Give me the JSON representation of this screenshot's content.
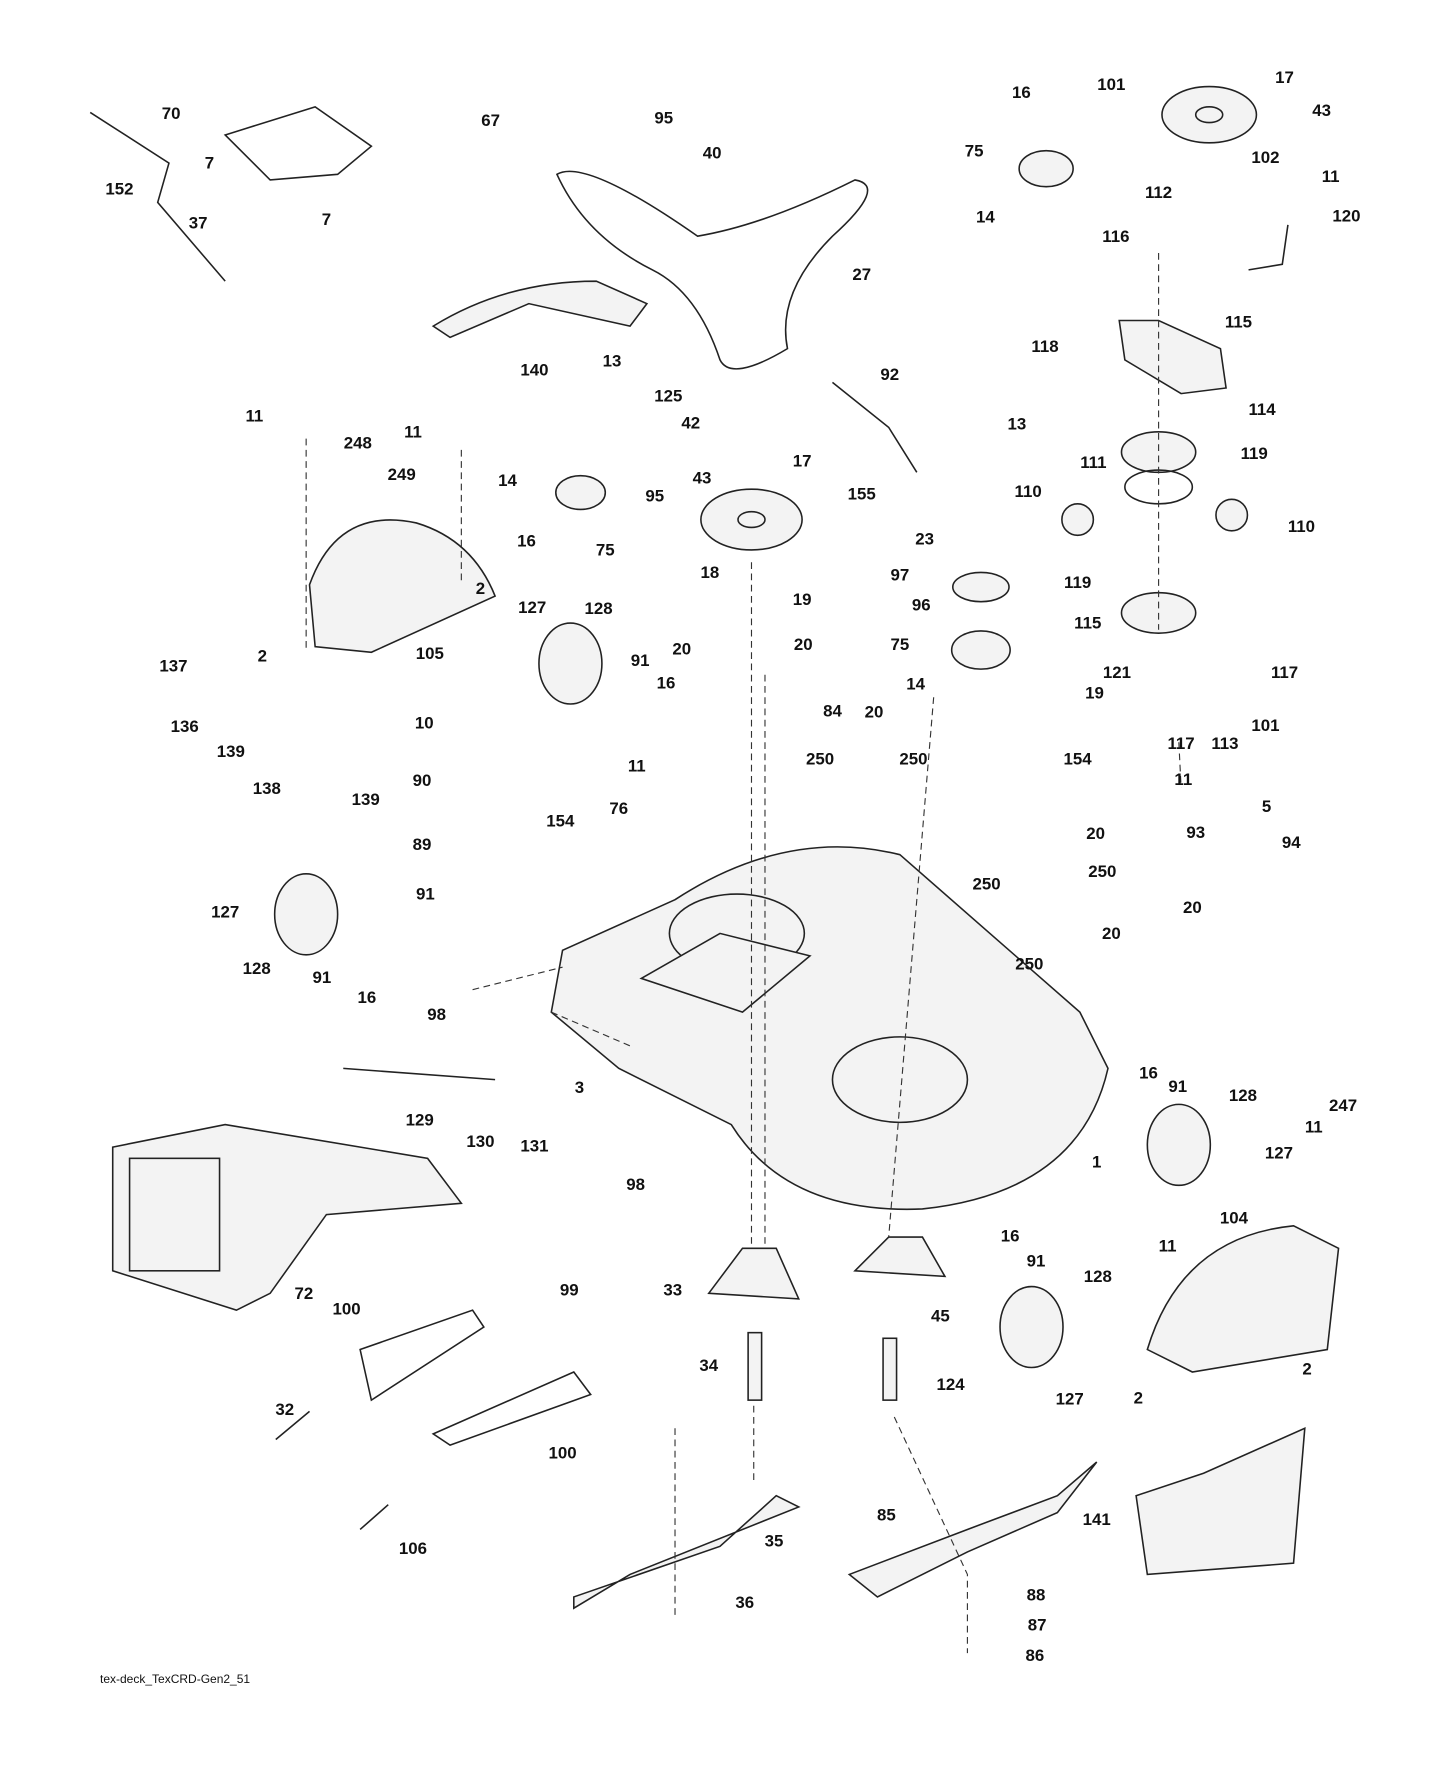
{
  "footer": "tex-deck_TexCRD-Gen2_51",
  "callouts": [
    "70",
    "67",
    "7",
    "152",
    "7",
    "37",
    "95",
    "40",
    "16",
    "101",
    "17",
    "43",
    "75",
    "102",
    "112",
    "11",
    "14",
    "116",
    "120",
    "27",
    "115",
    "118",
    "140",
    "13",
    "92",
    "125",
    "11",
    "11",
    "248",
    "42",
    "13",
    "114",
    "119",
    "249",
    "14",
    "95",
    "17",
    "43",
    "155",
    "111",
    "110",
    "110",
    "16",
    "75",
    "23",
    "2",
    "105",
    "127",
    "128",
    "18",
    "19",
    "97",
    "96",
    "119",
    "115",
    "2",
    "137",
    "20",
    "20",
    "75",
    "121",
    "117",
    "91",
    "16",
    "14",
    "19",
    "136",
    "139",
    "10",
    "84",
    "20",
    "117",
    "113",
    "101",
    "138",
    "139",
    "90",
    "11",
    "250",
    "250",
    "154",
    "11",
    "76",
    "154",
    "5",
    "93",
    "94",
    "89",
    "20",
    "250",
    "91",
    "127",
    "250",
    "20",
    "20",
    "250",
    "128",
    "91",
    "16",
    "98",
    "16",
    "91",
    "128",
    "3",
    "129",
    "130",
    "131",
    "1",
    "247",
    "11",
    "127",
    "98",
    "104",
    "72",
    "99",
    "16",
    "11",
    "33",
    "45",
    "91",
    "128",
    "100",
    "34",
    "124",
    "127",
    "2",
    "2",
    "32",
    "100",
    "85",
    "141",
    "35",
    "106",
    "36",
    "88",
    "87",
    "86"
  ]
}
